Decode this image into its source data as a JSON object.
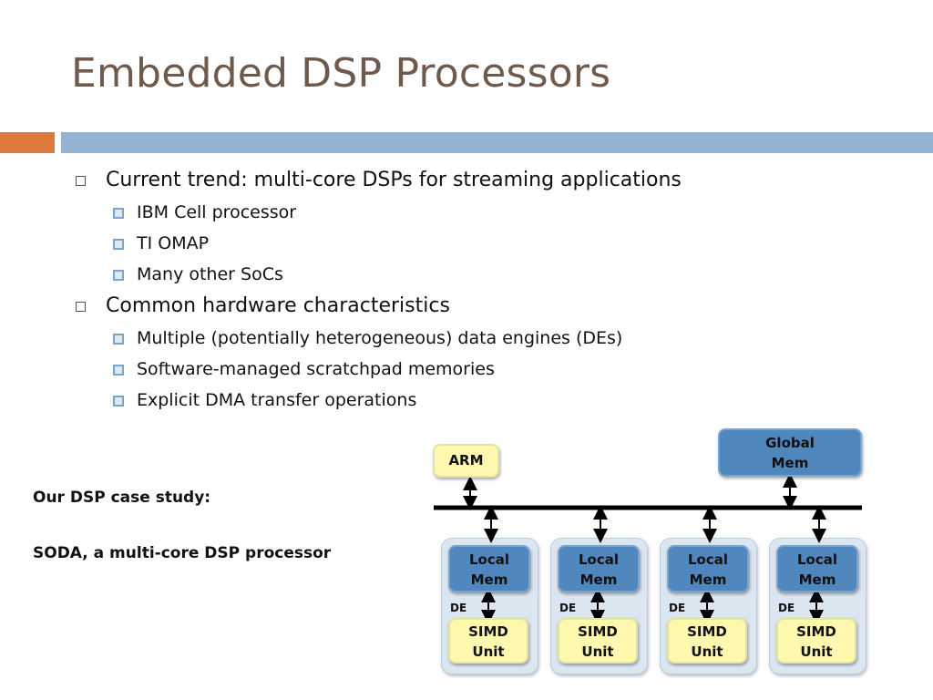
{
  "slide": {
    "title": "Embedded DSP Processors",
    "bullets": [
      {
        "text": "Current trend: multi-core DSPs for streaming applications",
        "sub": [
          "IBM Cell processor",
          "TI OMAP",
          "Many other SoCs"
        ]
      },
      {
        "text": "Common hardware characteristics",
        "sub": [
          "Multiple (potentially heterogeneous) data engines (DEs)",
          "Software-managed scratchpad memories",
          "Explicit DMA transfer operations"
        ]
      }
    ],
    "case_study_label": "Our DSP case study:",
    "case_study_text": "SODA, a multi-core DSP processor"
  },
  "diagram": {
    "arm_label": "ARM",
    "global_mem_line1": "Global",
    "global_mem_line2": "Mem",
    "local_mem_line1": "Local",
    "local_mem_line2": "Mem",
    "simd_line1": "SIMD",
    "simd_line2": "Unit",
    "de_label": "DE",
    "de_count": 4
  },
  "colors": {
    "title": "#6f5a4e",
    "accent_orange": "#dc7a3e",
    "accent_blue": "#92b4d2",
    "node_blue": "#4f86bd",
    "node_yellow": "#fff9b0"
  }
}
